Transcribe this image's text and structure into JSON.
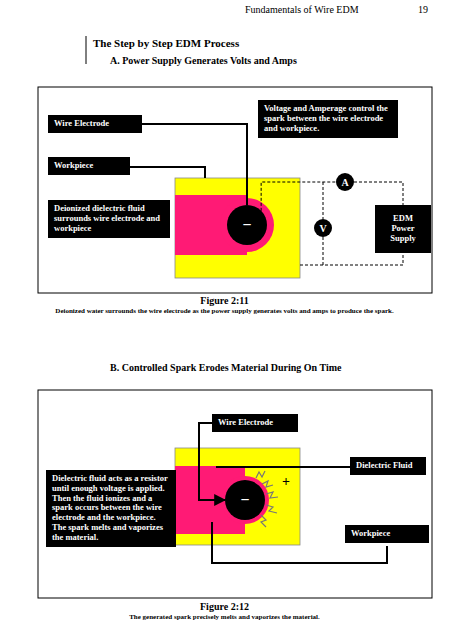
{
  "diagram": {
    "title": "The Step by Step EDM Process",
    "nodes": [
      {
        "text": [
          "Wire Electrode"
        ]
      },
      {
        "text": [
          "Workpiece"
        ]
      },
      {
        "text": [
          "Deionized dielectric fluid surrounds wire electrode and workpiece"
        ]
      },
      {
        "text": [
          "Voltage and Amperage control the spark between the wire electrode and workpiece."
        ]
      },
      {
        "text": [
          "−"
        ]
      },
      {
        "text": [
          "A"
        ]
      },
      {
        "text": [
          "V"
        ]
      },
      {
        "text": [
          "EDM Power Supply"
        ]
      },
      {
        "text": [
          "Wire Electrode"
        ]
      },
      {
        "text": [
          "Dielectric Fluid"
        ]
      },
      {
        "text": [
          "Dielectric fluid acts as a resistor until enough voltage is applied. Then the fluid ionizes and a spark occurs between the wire electrode and the workpiece. The spark melts and vaporizes the material."
        ]
      },
      {
        "text": [
          "−"
        ]
      },
      {
        "text": [
          "Workpiece"
        ]
      }
    ],
    "edges": [
      {
        "from": 0,
        "to": 4,
        "arrow": "none"
      },
      {
        "from": 4,
        "to": 5,
        "arrow": "none"
      },
      {
        "from": 5,
        "to": 7,
        "arrow": "none"
      },
      {
        "from": 8,
        "to": 11,
        "arrow": "to"
      }
    ],
    "labels": [
      "Fundamentals of Wire EDM",
      "19",
      "A. Power Supply Generates Volts and Amps",
      "Figure 2:11",
      "Deionized water surrounds the wire electrode as the power supply generates volts and amps to produce the spark.",
      "B. Controlled Spark Erodes Material During On Time",
      "+",
      "Figure 2:12",
      "The generated spark precisely melts and vaporizes the material."
    ]
  }
}
